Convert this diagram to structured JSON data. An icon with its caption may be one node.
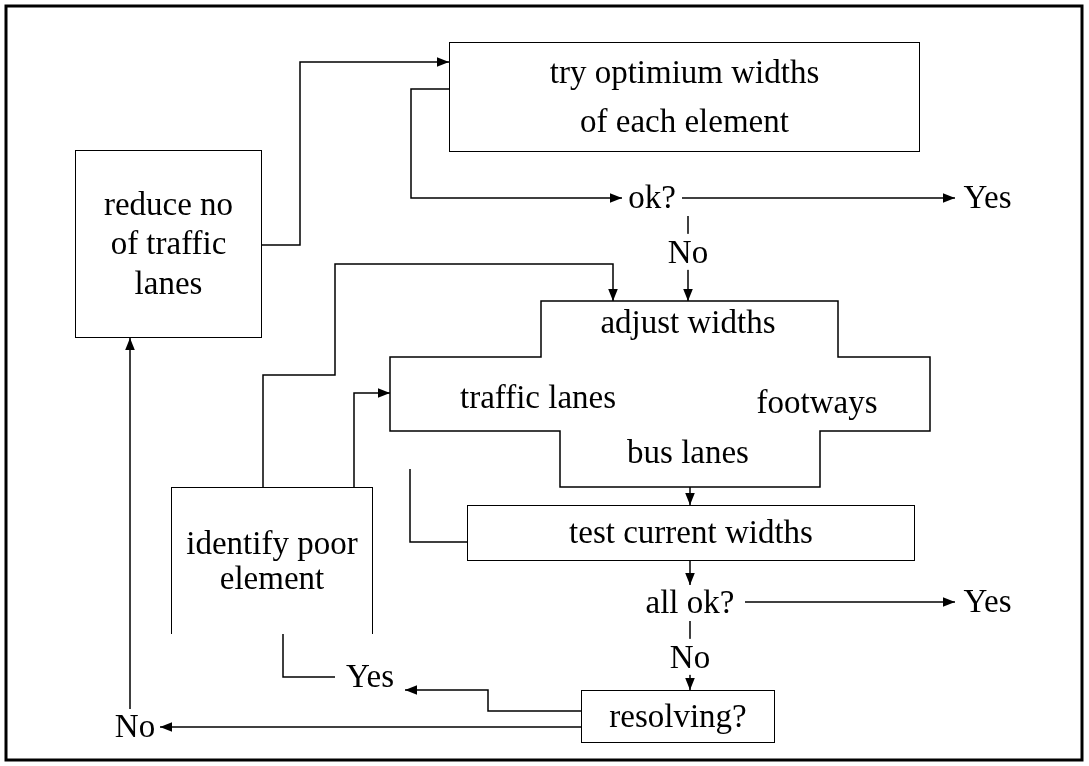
{
  "diagram": {
    "nodes": [
      {
        "text": [
          "try optimium widths of each element"
        ]
      },
      {
        "text": [
          "reduce no of traffic lanes"
        ]
      },
      {
        "text": [
          "ok?"
        ]
      },
      {
        "text": [
          "Yes"
        ]
      },
      {
        "text": [
          "adjust widths",
          "traffic lanes",
          "footways",
          "bus lanes"
        ]
      },
      {
        "text": [
          "test current widths"
        ]
      },
      {
        "text": [
          "all ok?"
        ]
      },
      {
        "text": [
          "Yes"
        ]
      },
      {
        "text": [
          "resolving?"
        ]
      },
      {
        "text": [
          "identify poor element"
        ]
      },
      {
        "text": [
          "Yes"
        ]
      },
      {
        "text": [
          "No"
        ]
      }
    ],
    "edges": [
      {
        "from": 1,
        "to": 0,
        "arrow": "to"
      },
      {
        "from": 0,
        "to": 2,
        "arrow": "to"
      },
      {
        "from": 2,
        "to": 3,
        "arrow": "to"
      },
      {
        "from": 2,
        "to": 4,
        "arrow": "to",
        "label": "No"
      },
      {
        "from": 9,
        "to": 4,
        "arrow": "to"
      },
      {
        "from": 9,
        "to": 4,
        "arrow": "to"
      },
      {
        "from": 4,
        "to": 5,
        "arrow": "to"
      },
      {
        "from": null,
        "to": 5,
        "arrow": "none"
      },
      {
        "from": 5,
        "to": 6,
        "arrow": "to"
      },
      {
        "from": 6,
        "to": 7,
        "arrow": "to"
      },
      {
        "from": 6,
        "to": 8,
        "arrow": "to",
        "label": "No"
      },
      {
        "from": 8,
        "to": 10,
        "arrow": "to"
      },
      {
        "from": 8,
        "to": 11,
        "arrow": "to"
      },
      {
        "from": 11,
        "to": 1,
        "arrow": "to"
      },
      {
        "from": 10,
        "to": 9,
        "arrow": "none"
      }
    ]
  }
}
